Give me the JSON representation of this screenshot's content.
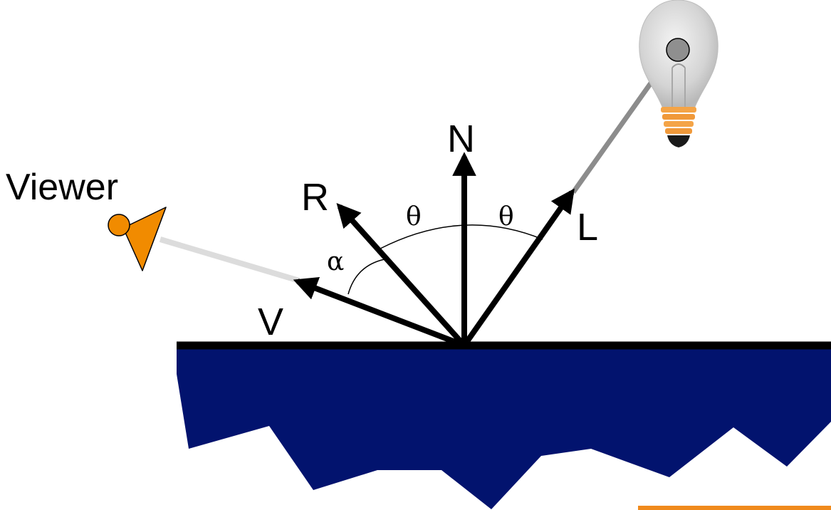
{
  "labels": {
    "viewer": "Viewer",
    "normal": "N",
    "reflection": "R",
    "light": "L",
    "view": "V",
    "theta_left": "θ",
    "theta_right": "θ",
    "alpha": "α"
  },
  "colors": {
    "surface_fill": "#02136e",
    "surface_line": "#000000",
    "vector": "#000000",
    "viewer_fill": "#f18b00",
    "bulb_glass": "#d6d6d6",
    "bulb_base": "#f4a447",
    "light_ray": "#8c8c8c",
    "view_ray": "#dedede",
    "accent_bar": "#f08a1c"
  },
  "icons": {
    "viewer": "eye-camera-icon",
    "light": "light-bulb-icon"
  }
}
